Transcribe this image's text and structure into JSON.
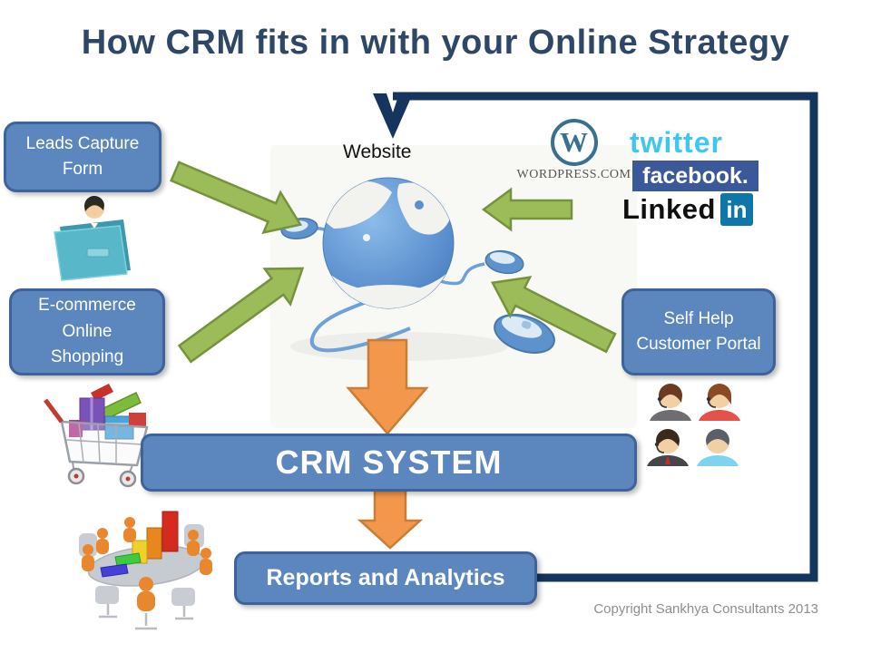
{
  "title": "How CRM fits in with your Online Strategy",
  "website_label": "Website",
  "boxes": {
    "leads_capture": "Leads Capture Form",
    "ecommerce": "E-commerce Online Shopping",
    "self_help": "Self Help Customer Portal",
    "crm_system": "CRM SYSTEM",
    "reports": "Reports and Analytics"
  },
  "logos": {
    "wordpress_initial": "W",
    "wordpress_caption": "WORDPRESS.COM",
    "twitter": "twitter",
    "facebook": "facebook.",
    "linkedin_word": "Linked",
    "linkedin_badge": "in"
  },
  "footer": {
    "copyright": "Copyright Sankhya Consultants 2013"
  },
  "colors": {
    "title_text": "#2E4766",
    "box_fill": "#5C87BE",
    "box_border": "#3D6399",
    "green_arrow": "#9BBC59",
    "green_arrow_border": "#75923D",
    "orange_arrow": "#F2974B",
    "orange_arrow_border": "#C87E35",
    "loop_line": "#16355E",
    "twitter_blue": "#3FC7F2",
    "facebook_blue": "#3B5998",
    "linkedin_blue": "#0E76A8",
    "wordpress_blue": "#37718F",
    "globe_blue": "#5B8FD0"
  }
}
